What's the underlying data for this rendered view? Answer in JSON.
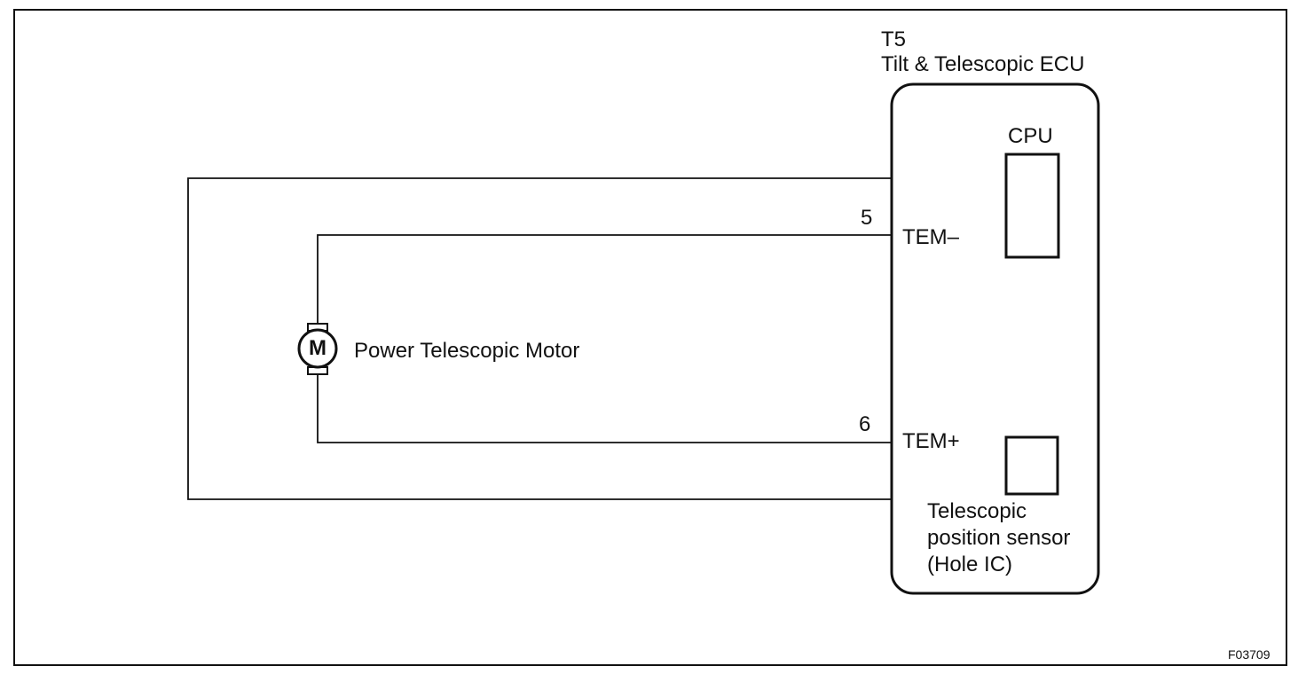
{
  "ecu": {
    "connector_id": "T5",
    "name": "Tilt & Telescopic ECU",
    "cpu_label": "CPU",
    "sensor_label_lines": [
      "Telescopic",
      "position sensor",
      "(Hole IC)"
    ]
  },
  "pins": [
    {
      "number": "5",
      "name": "TEM–"
    },
    {
      "number": "6",
      "name": "TEM+"
    }
  ],
  "motor": {
    "symbol": "M",
    "label": "Power Telescopic Motor"
  },
  "figure_id": "F03709"
}
